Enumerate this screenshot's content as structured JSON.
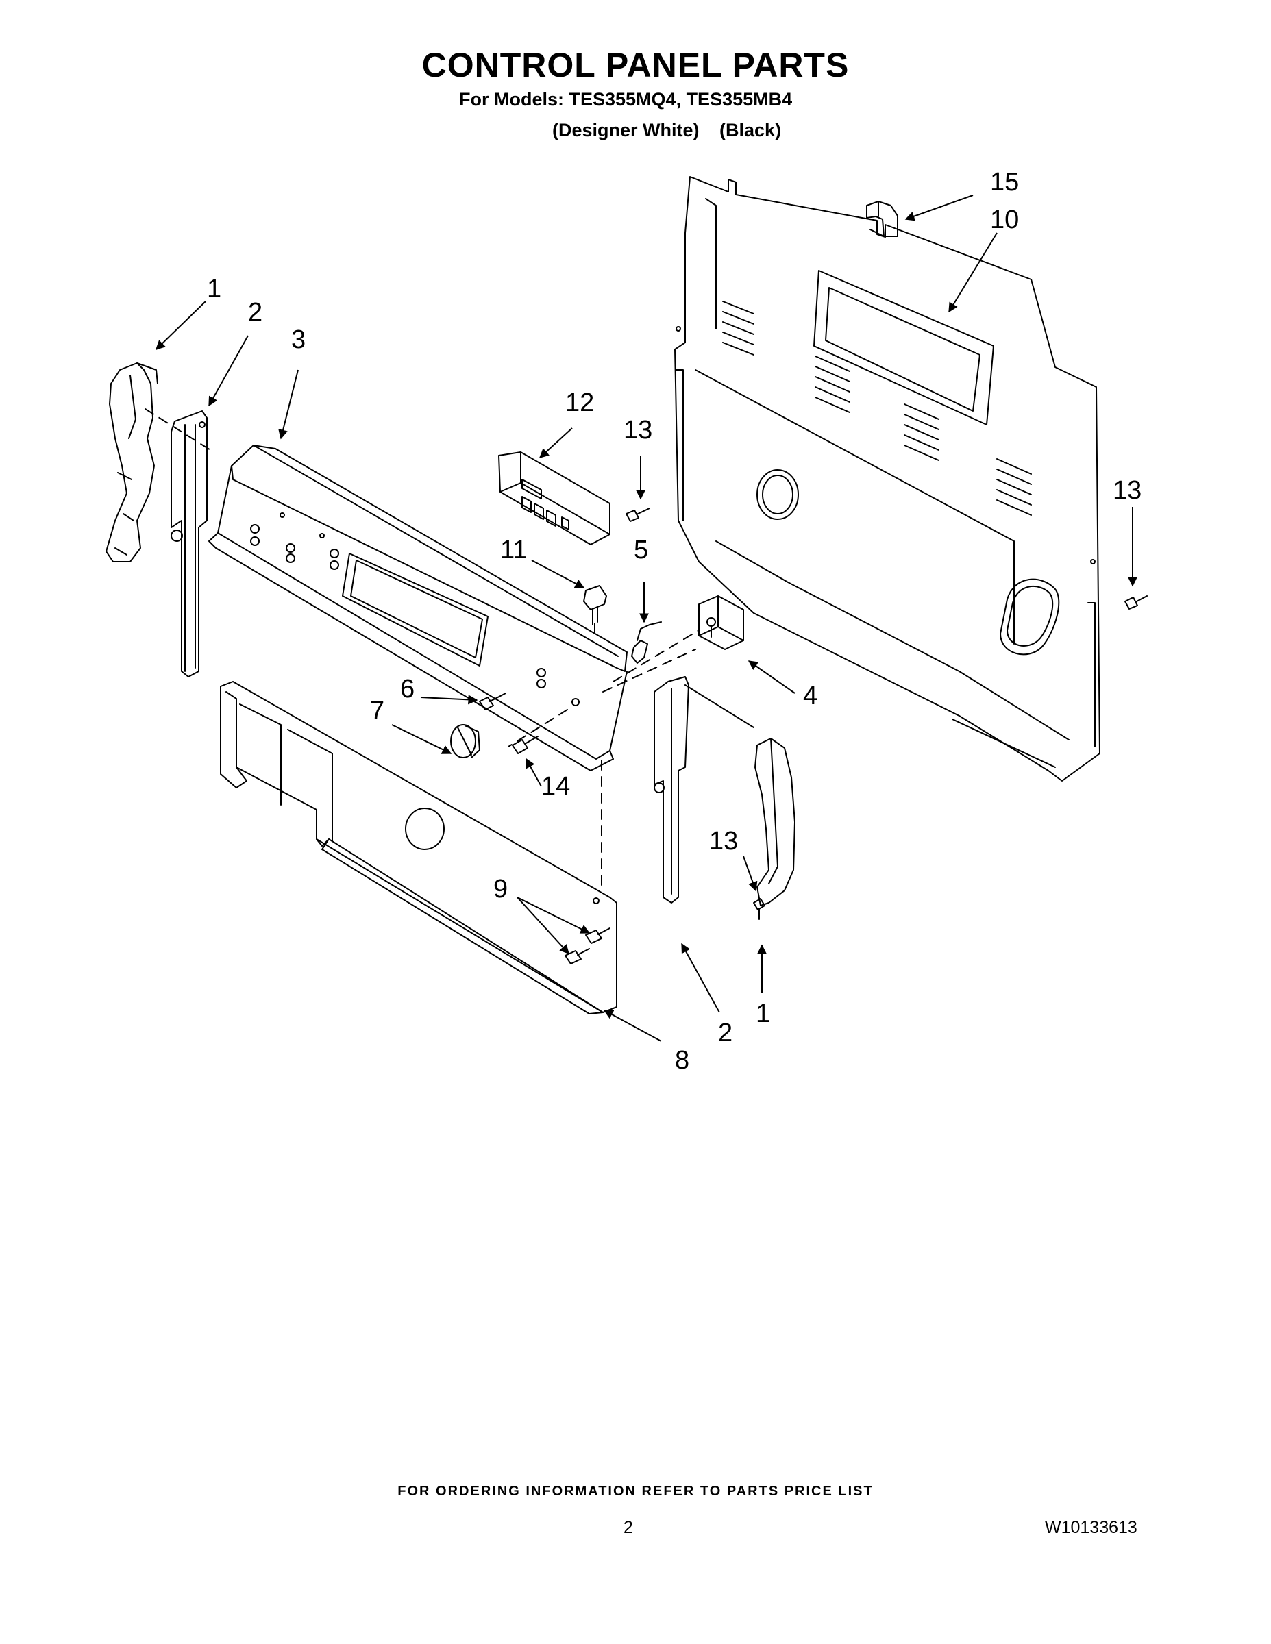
{
  "header": {
    "title": "CONTROL PANEL PARTS",
    "models_line": "For Models: TES355MQ4, TES355MB4",
    "finishes": [
      "(Designer White)",
      "(Black)"
    ]
  },
  "diagram": {
    "callouts": [
      "1",
      "2",
      "3",
      "12",
      "13",
      "11",
      "5",
      "15",
      "10",
      "13",
      "4",
      "6",
      "7",
      "14",
      "13",
      "9",
      "2",
      "1",
      "8"
    ]
  },
  "footer": {
    "ordering_note": "FOR ORDERING INFORMATION REFER TO PARTS PRICE LIST",
    "page_number": "2",
    "document_number": "W10133613"
  }
}
